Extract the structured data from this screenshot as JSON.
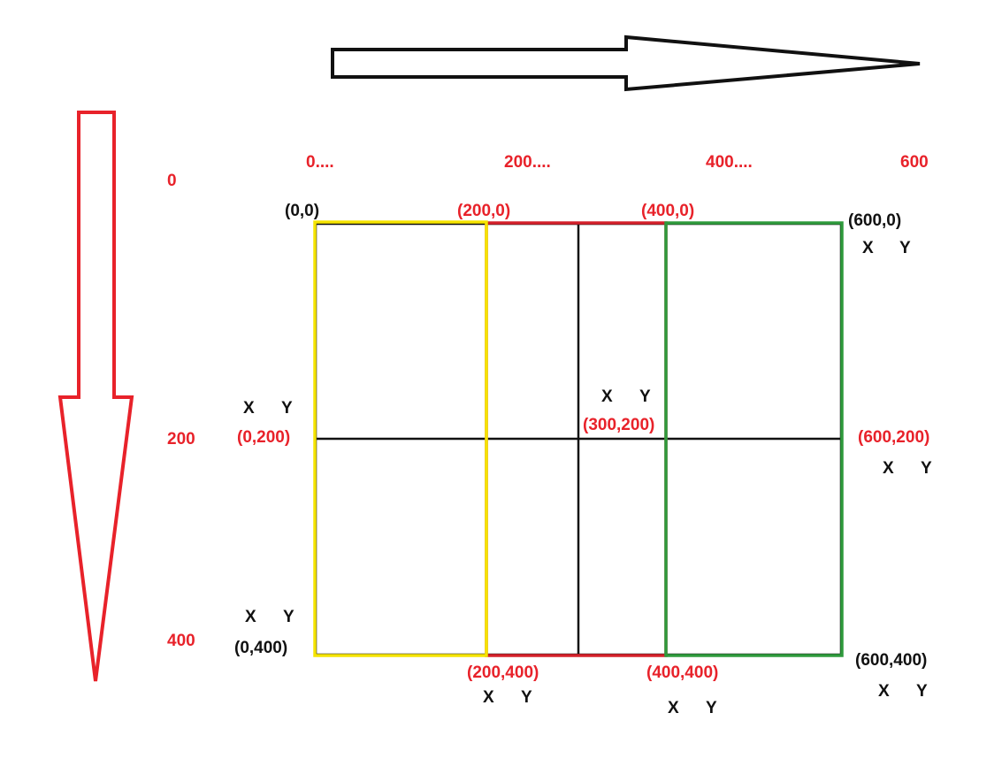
{
  "colors": {
    "red": "#e8222a",
    "black": "#111111",
    "yellow": "#f5e400",
    "green": "#2e9a3c",
    "crimson": "#d4202a"
  },
  "arrows": {
    "horizontal": "right-arrow-icon",
    "vertical": "down-arrow-icon"
  },
  "x_ticks": [
    "0....",
    "200....",
    "400....",
    "600"
  ],
  "y_ticks": [
    "0",
    "200",
    "400"
  ],
  "points": {
    "p0_0": "(0,0)",
    "p200_0": "(200,0)",
    "p400_0": "(400,0)",
    "p600_0": "(600,0)",
    "p0_200": "(0,200)",
    "p300_200": "(300,200)",
    "p600_200": "(600,200)",
    "p0_400": "(0,400)",
    "p200_400": "(200,400)",
    "p400_400": "(400,400)",
    "p600_400": "(600,400)"
  },
  "xy": {
    "x": "X",
    "y": "Y"
  }
}
